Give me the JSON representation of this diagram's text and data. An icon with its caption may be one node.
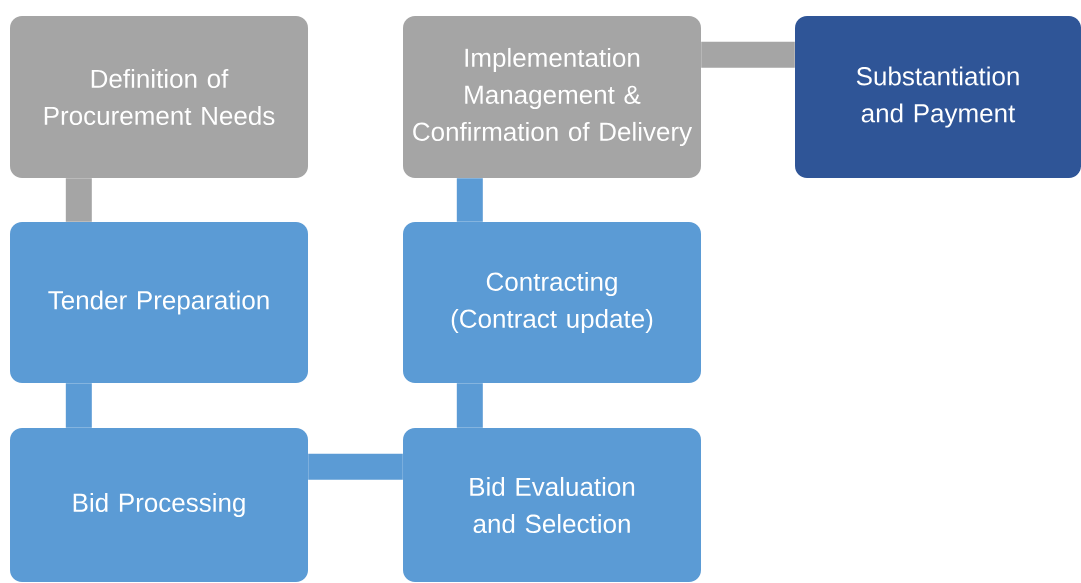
{
  "diagram": {
    "nodes": [
      {
        "text": [
          "Definition of Procurement Needs"
        ]
      },
      {
        "text": [
          "Tender Preparation"
        ]
      },
      {
        "text": [
          "Bid Processing"
        ]
      },
      {
        "text": [
          "Bid Evaluation and Selection"
        ]
      },
      {
        "text": [
          "Contracting (Contract update)"
        ]
      },
      {
        "text": [
          "Implementation Management & Confirmation of Delivery"
        ]
      },
      {
        "text": [
          "Substantiation and Payment"
        ]
      }
    ],
    "edges": [
      {
        "from": 0,
        "to": 1,
        "arrow": "none",
        "color": "#a5a5a5"
      },
      {
        "from": 1,
        "to": 2,
        "arrow": "none"
      },
      {
        "from": 2,
        "to": 3,
        "arrow": "none"
      },
      {
        "from": 3,
        "to": 4,
        "arrow": "none"
      },
      {
        "from": 4,
        "to": 5,
        "arrow": "none"
      },
      {
        "from": 5,
        "to": 6,
        "arrow": "none",
        "color": "#a5a5a5"
      }
    ]
  }
}
